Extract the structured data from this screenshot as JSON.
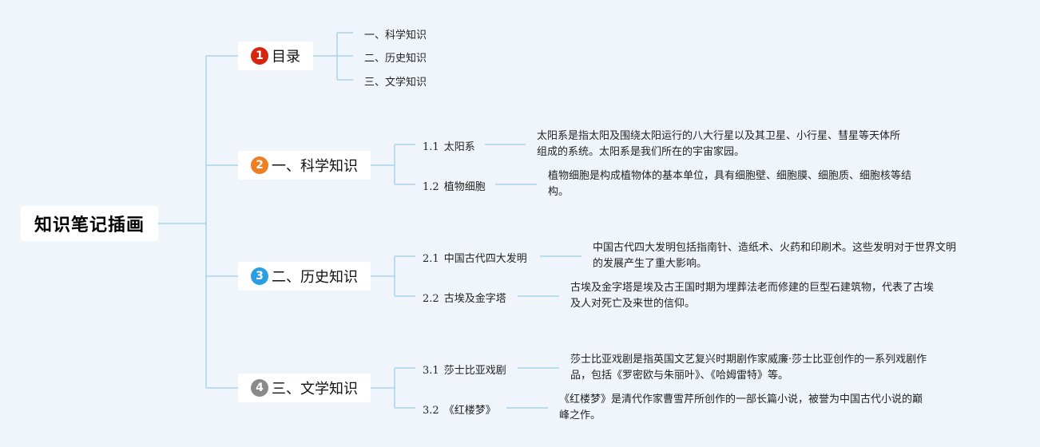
{
  "root": {
    "title": "知识笔记插画"
  },
  "colors": {
    "line": "#a9d3ea",
    "badge_1": "#d7260f",
    "badge_2": "#ef7d22",
    "badge_3": "#2a9ee1",
    "badge_4": "#8a8a8a"
  },
  "toc": {
    "badge": "1",
    "title": "目录",
    "items": [
      "一、科学知识",
      "二、历史知识",
      "三、文学知识"
    ]
  },
  "branches": [
    {
      "badge": "2",
      "title": "一、科学知识",
      "children": [
        {
          "num": "1.1",
          "label": "太阳系",
          "desc": [
            "太阳系是指太阳及围绕太阳运行的八大行星以及其卫星、小行星、彗星等天体所",
            "组成的系统。太阳系是我们所在的宇宙家园。"
          ]
        },
        {
          "num": "1.2",
          "label": "植物细胞",
          "desc": [
            "植物细胞是构成植物体的基本单位，具有细胞壁、细胞膜、细胞质、细胞核等结",
            "构。"
          ]
        }
      ]
    },
    {
      "badge": "3",
      "title": "二、历史知识",
      "children": [
        {
          "num": "2.1",
          "label": "中国古代四大发明",
          "desc": [
            "中国古代四大发明包括指南针、造纸术、火药和印刷术。这些发明对于世界文明",
            "的发展产生了重大影响。"
          ]
        },
        {
          "num": "2.2",
          "label": "古埃及金字塔",
          "desc": [
            "古埃及金字塔是埃及古王国时期为埋葬法老而修建的巨型石建筑物，代表了古埃",
            "及人对死亡及来世的信仰。"
          ]
        }
      ]
    },
    {
      "badge": "4",
      "title": "三、文学知识",
      "children": [
        {
          "num": "3.1",
          "label": "莎士比亚戏剧",
          "desc": [
            "莎士比亚戏剧是指英国文艺复兴时期剧作家威廉·莎士比亚创作的一系列戏剧作",
            "品，包括《罗密欧与朱丽叶》、《哈姆雷特》等。"
          ]
        },
        {
          "num": "3.2",
          "label": "《红楼梦》",
          "desc": [
            "《红楼梦》是清代作家曹雪芹所创作的一部长篇小说，被誉为中国古代小说的巅",
            "峰之作。"
          ]
        }
      ]
    }
  ]
}
